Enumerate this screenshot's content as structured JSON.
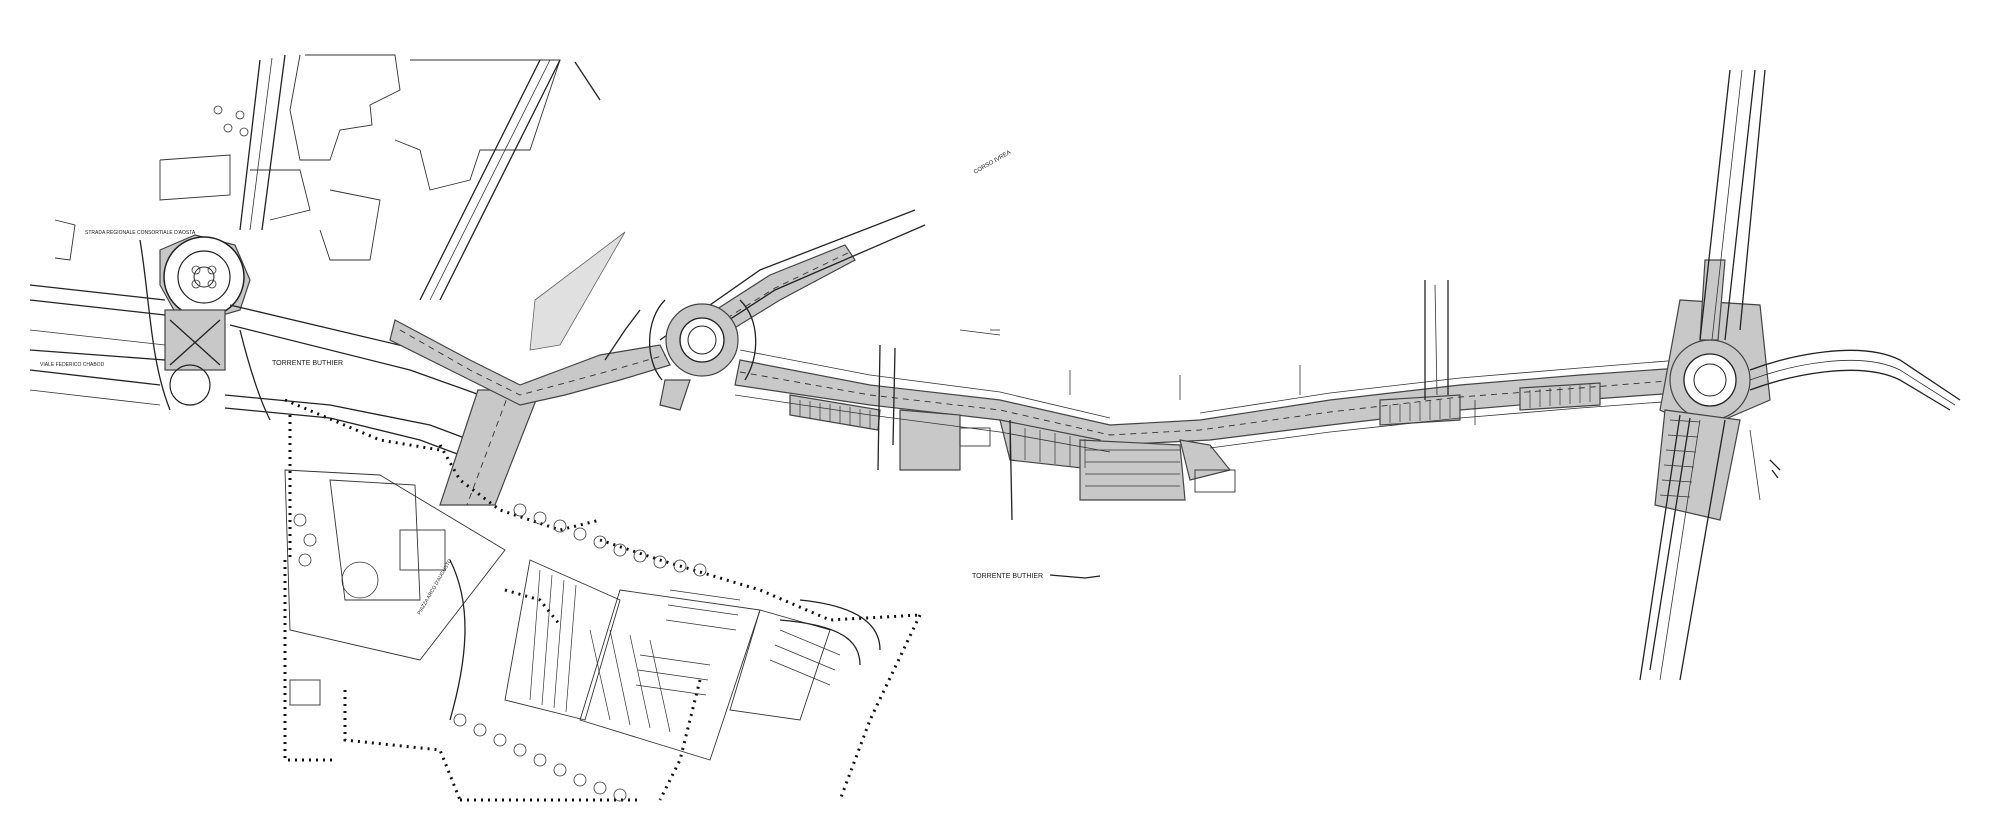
{
  "map": {
    "labels": {
      "torrente_north": "TORRENTE BUTHIER",
      "torrente_south": "TORRENTE BUTHIER",
      "corso": "CORSO IVREA",
      "piazza": "PIAZZA ARCO D'AUGUSTO",
      "strada": "STRADA REGIONALE CONSORTIALE D'AOSTA",
      "viale": "VIALE FEDERICO CHABOD"
    },
    "colors": {
      "road": "#c8c8c8",
      "line": "#222222",
      "background": "#ffffff"
    },
    "features": [
      "roundabout",
      "roundabout",
      "roundabout",
      "bridge",
      "parking",
      "trees"
    ]
  }
}
